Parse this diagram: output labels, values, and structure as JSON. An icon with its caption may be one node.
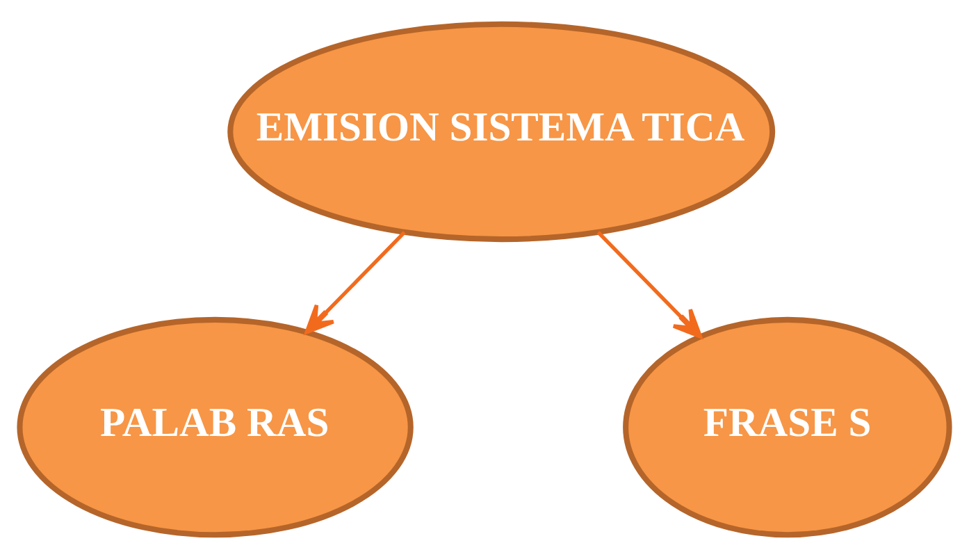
{
  "diagram": {
    "nodes": [
      {
        "text": [
          "EMISION SISTEMA TICA"
        ]
      },
      {
        "text": [
          "PALAB RAS"
        ]
      },
      {
        "text": [
          "FRASE S"
        ]
      }
    ],
    "edges": [
      {
        "from": 0,
        "to": 1,
        "arrow": "to"
      },
      {
        "from": 0,
        "to": 2,
        "arrow": "to"
      }
    ]
  }
}
